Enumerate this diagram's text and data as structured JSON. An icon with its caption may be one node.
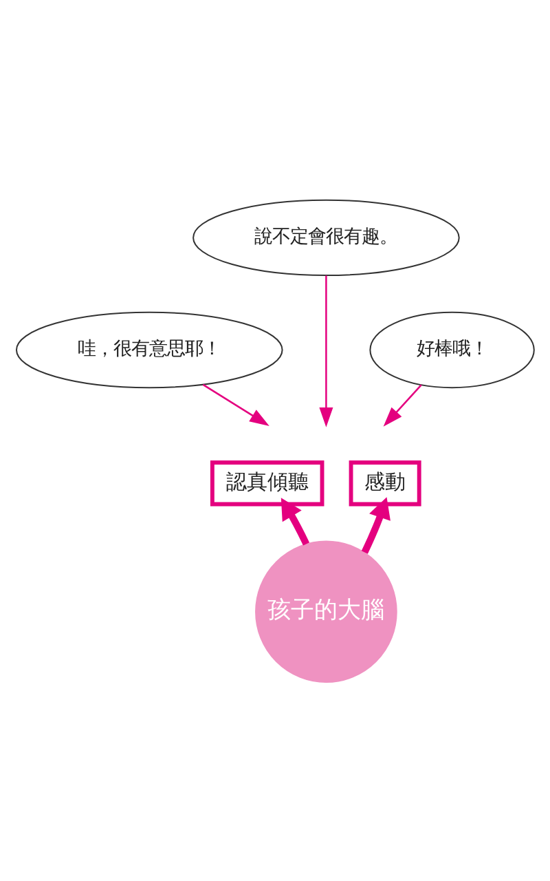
{
  "diagram": {
    "nodes": [
      {
        "text": [
          "說不定會很有趣。"
        ]
      },
      {
        "text": [
          "哇，很有意思耶！"
        ]
      },
      {
        "text": [
          "好棒哦！"
        ]
      },
      {
        "text": [
          "認真傾聽"
        ]
      },
      {
        "text": [
          "感動"
        ]
      },
      {
        "text": [
          "孩子的大腦"
        ]
      }
    ],
    "edges": [
      {
        "from": 1,
        "to": null,
        "arrow": "to"
      },
      {
        "from": 0,
        "to": null,
        "arrow": "to"
      },
      {
        "from": 2,
        "to": null,
        "arrow": "to"
      },
      {
        "from": 5,
        "to": 3,
        "arrow": "to",
        "style": "thick"
      },
      {
        "from": 5,
        "to": 4,
        "arrow": "to",
        "style": "thick"
      }
    ]
  }
}
